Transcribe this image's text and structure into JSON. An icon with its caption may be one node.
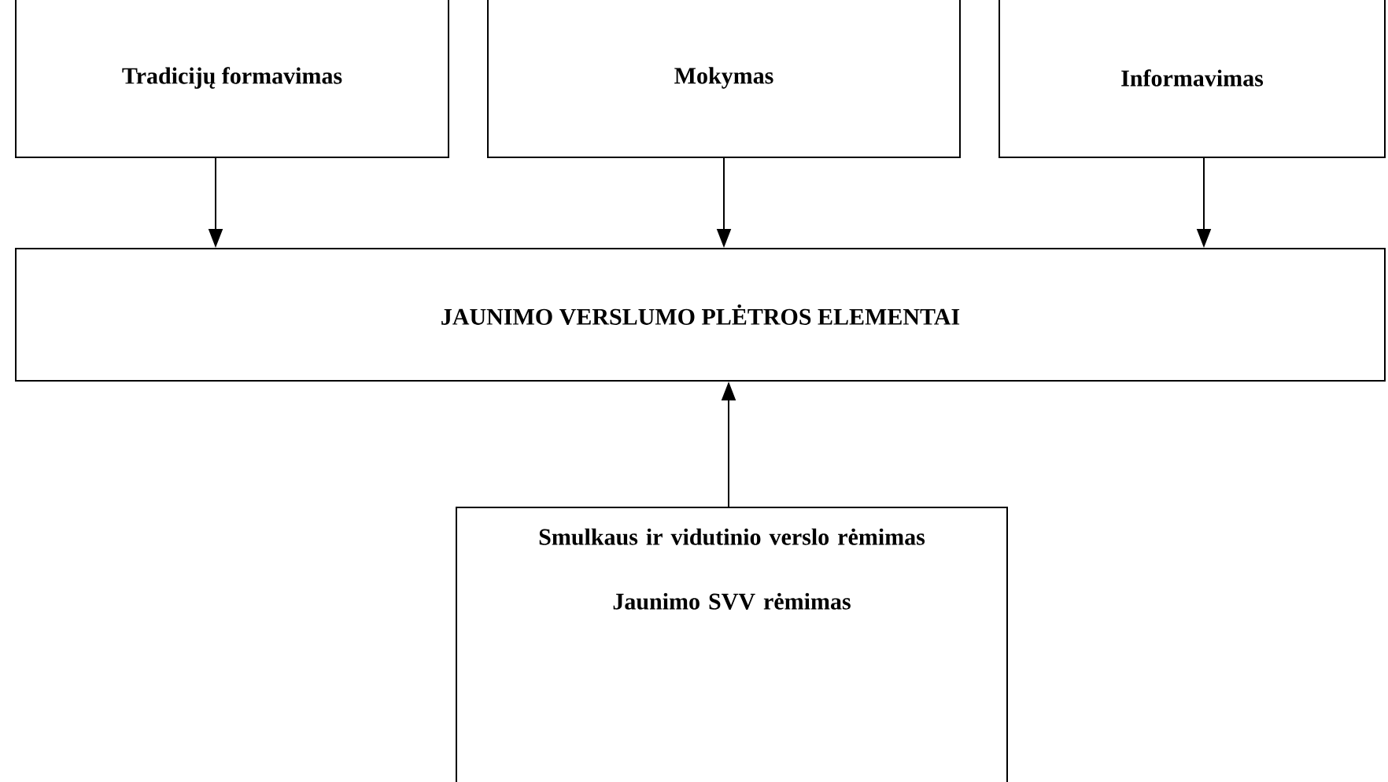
{
  "diagram": {
    "nodes": [
      {
        "text": [
          "Tradicijų formavimas"
        ]
      },
      {
        "text": [
          "Mokymas"
        ]
      },
      {
        "text": [
          "Informavimas"
        ]
      },
      {
        "text": [
          "JAUNIMO VERSLUMO PLĖTROS ELEMENTAI"
        ]
      },
      {
        "text": [
          "Smulkaus ir vidutinio verslo rėmimas",
          "Jaunimo SVV rėmimas"
        ]
      }
    ],
    "edges": [
      {
        "from": 0,
        "to": 3,
        "arrow": "to"
      },
      {
        "from": 1,
        "to": 3,
        "arrow": "to"
      },
      {
        "from": 2,
        "to": 3,
        "arrow": "to"
      },
      {
        "from": 4,
        "to": 3,
        "arrow": "to"
      }
    ]
  }
}
